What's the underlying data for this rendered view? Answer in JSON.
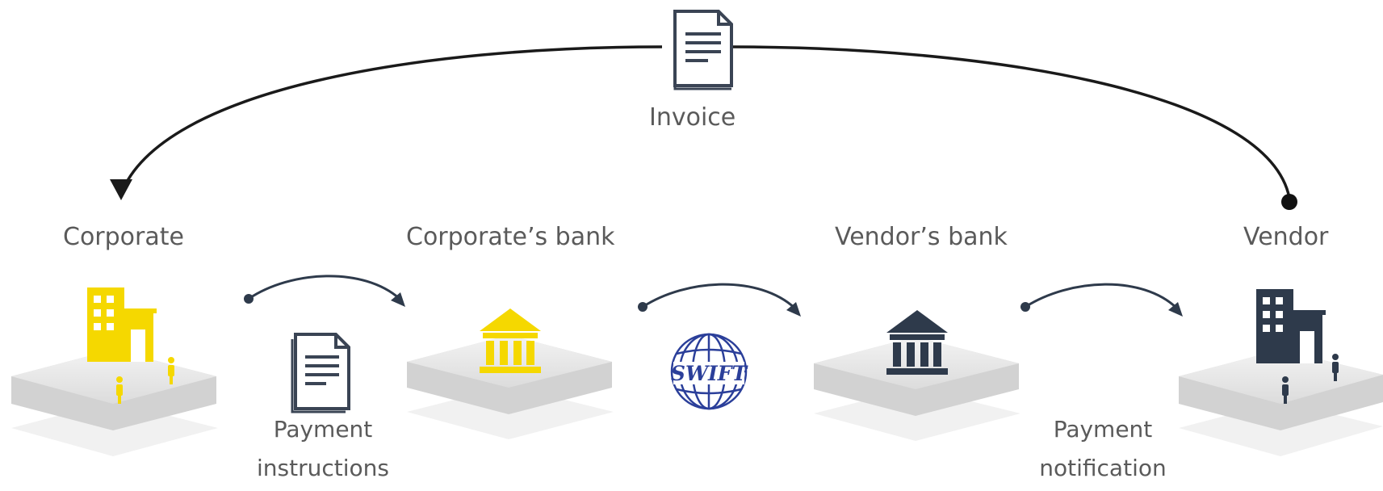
{
  "invoice": {
    "label": "Invoice"
  },
  "nodes": [
    {
      "id": "corporate",
      "label": "Corporate",
      "icon": "office-building-icon",
      "color": "#f5d800"
    },
    {
      "id": "corporates-bank",
      "label": "Corporate’s bank",
      "icon": "bank-icon",
      "color": "#f5d800"
    },
    {
      "id": "vendors-bank",
      "label": "Vendor’s bank",
      "icon": "bank-icon",
      "color": "#2e3a4b"
    },
    {
      "id": "vendor",
      "label": "Vendor",
      "icon": "office-building-icon",
      "color": "#2e3a4b"
    }
  ],
  "flows": {
    "payment_instructions": {
      "line1": "Payment",
      "line2": "instructions",
      "icon": "document-icon"
    },
    "swift": {
      "label": "SWIFT",
      "icon": "swift-globe-icon"
    },
    "payment_notification": {
      "line1": "Payment",
      "line2": "notification"
    }
  }
}
